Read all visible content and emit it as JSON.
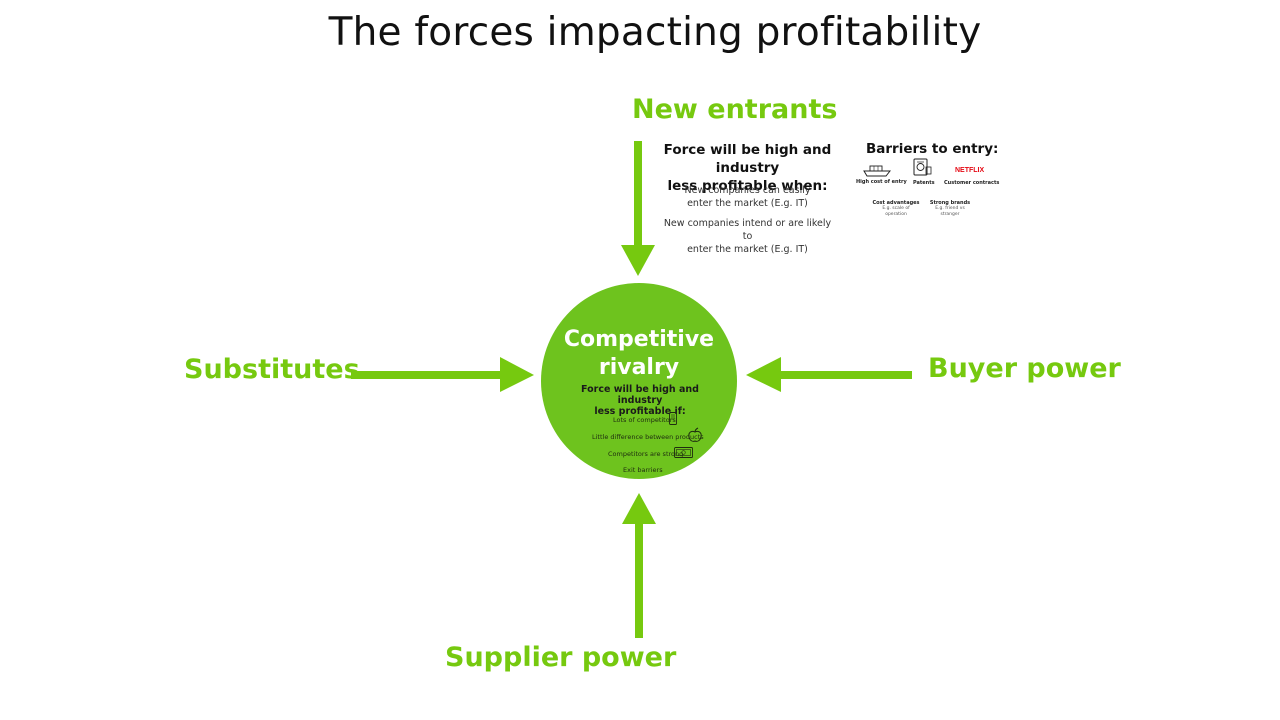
{
  "title": "The forces impacting profitability",
  "colors": {
    "accent_green": "#76c90f",
    "circle_green": "#6ec31e",
    "netflix_red": "#e50914"
  },
  "forces": {
    "new_entrants": "New entrants",
    "substitutes": "Substitutes",
    "buyer_power": "Buyer power",
    "supplier_power": "Supplier power"
  },
  "center": {
    "title_line1": "Competitive",
    "title_line2": "rivalry",
    "subtitle_line1": "Force will be high and industry",
    "subtitle_line2": "less profitable if:",
    "items": [
      {
        "label": "Lots of competitors",
        "icon": "phone-icon"
      },
      {
        "label": "Little difference between products",
        "icon": "apple-icon"
      },
      {
        "label": "Competitors are strong",
        "icon": "money-icon"
      },
      {
        "label": "Exit barriers",
        "icon": ""
      }
    ]
  },
  "new_entrants_detail": {
    "heading_line1": "Force will be high and industry",
    "heading_line2": "less profitable when:",
    "item1_line1": "New companies can easily",
    "item1_line2": "enter the market (E.g. IT)",
    "item2_line1": "New companies intend or are likely to",
    "item2_line2": "enter the market (E.g. IT)"
  },
  "barriers": {
    "heading": "Barriers to entry:",
    "icons": [
      {
        "label": "High cost of entry",
        "icon": "ship-icon"
      },
      {
        "label": "Patents",
        "icon": "patent-icon"
      },
      {
        "label": "Customer contracts",
        "icon": "netflix-logo",
        "logo_text": "NETFLIX"
      }
    ],
    "sub": [
      {
        "label": "Cost advantages",
        "note_line1": "E.g. scale of",
        "note_line2": "operation"
      },
      {
        "label": "Strong brands",
        "note_line1": "E.g. friend vs",
        "note_line2": "stranger"
      }
    ]
  }
}
